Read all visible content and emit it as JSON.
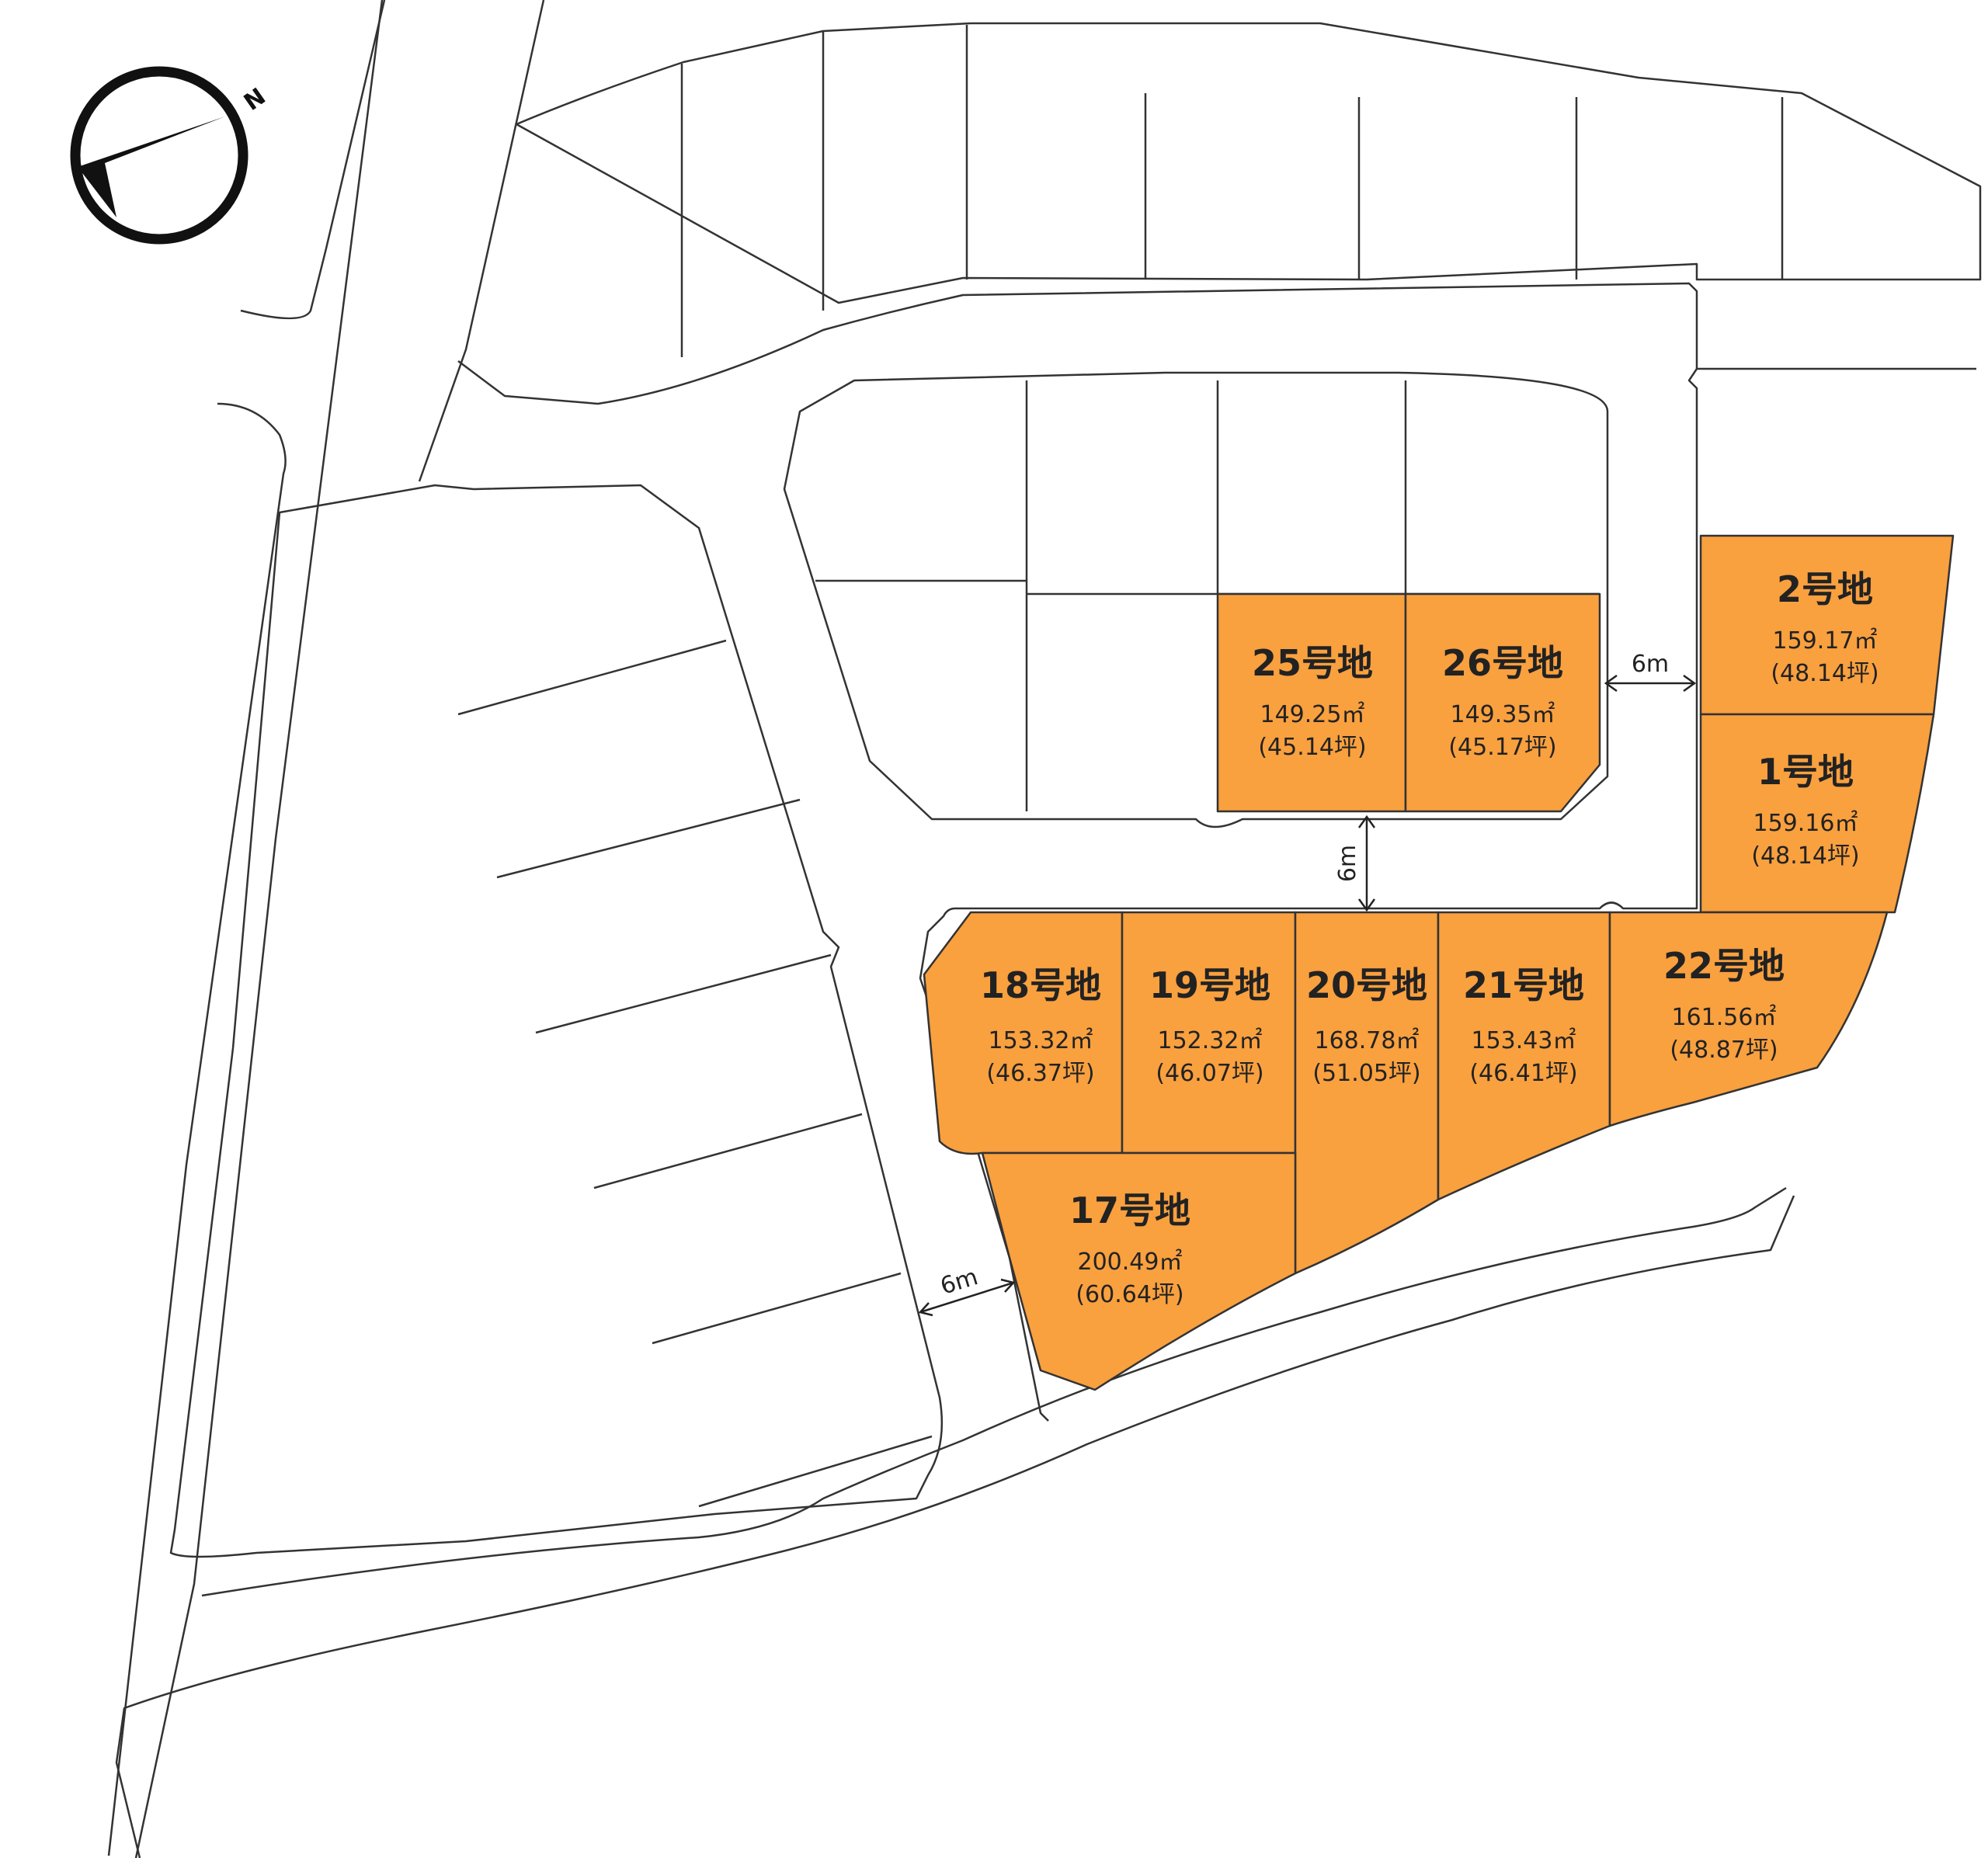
{
  "compass": {
    "label": "N"
  },
  "lots": [
    {
      "id": "lot-1",
      "number": "1号地",
      "area": "159.16㎡",
      "tsubo": "(48.14坪)"
    },
    {
      "id": "lot-2",
      "number": "2号地",
      "area": "159.17㎡",
      "tsubo": "(48.14坪)"
    },
    {
      "id": "lot-17",
      "number": "17号地",
      "area": "200.49㎡",
      "tsubo": "(60.64坪)"
    },
    {
      "id": "lot-18",
      "number": "18号地",
      "area": "153.32㎡",
      "tsubo": "(46.37坪)"
    },
    {
      "id": "lot-19",
      "number": "19号地",
      "area": "152.32㎡",
      "tsubo": "(46.07坪)"
    },
    {
      "id": "lot-20",
      "number": "20号地",
      "area": "168.78㎡",
      "tsubo": "(51.05坪)"
    },
    {
      "id": "lot-21",
      "number": "21号地",
      "area": "153.43㎡",
      "tsubo": "(46.41坪)"
    },
    {
      "id": "lot-22",
      "number": "22号地",
      "area": "161.56㎡",
      "tsubo": "(48.87坪)"
    },
    {
      "id": "lot-25",
      "number": "25号地",
      "area": "149.25㎡",
      "tsubo": "(45.14坪)"
    },
    {
      "id": "lot-26",
      "number": "26号地",
      "area": "149.35㎡",
      "tsubo": "(45.17坪)"
    }
  ],
  "road_widths": {
    "east_road": "6m",
    "center_road": "6m",
    "west_road": "6m"
  },
  "colors": {
    "available_lot": "#f9a03f",
    "other_lot": "#ffffff",
    "outline": "#333333"
  }
}
